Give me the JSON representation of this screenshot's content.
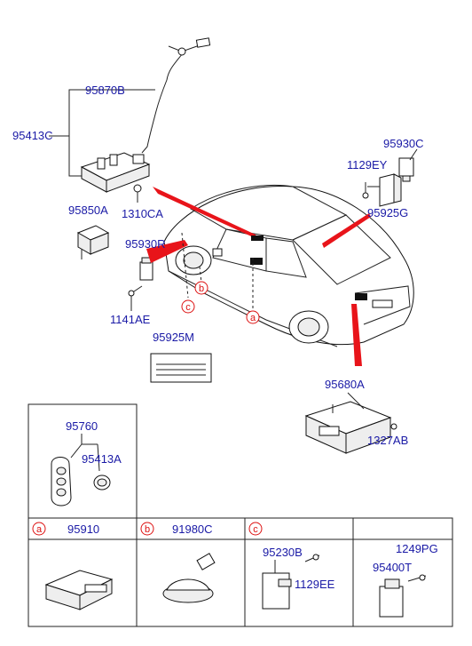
{
  "labels": {
    "p95870B": "95870B",
    "p95413C": "95413C",
    "p1310CA": "1310CA",
    "p95850A": "95850A",
    "p95930R": "95930R",
    "p1141AE": "1141AE",
    "p95925M": "95925M",
    "p95930C": "95930C",
    "p1129EY": "1129EY",
    "p95925G": "95925G",
    "p95680A": "95680A",
    "p1327AB": "1327AB",
    "p95760": "95760",
    "p95413A": "95413A"
  },
  "callouts": {
    "a": "a",
    "b": "b",
    "c": "c"
  },
  "table": {
    "cells": [
      {
        "letter": "a",
        "part": "95910"
      },
      {
        "letter": "b",
        "part": "91980C"
      },
      {
        "letter": "c",
        "part": ""
      },
      {
        "letter": "",
        "part": ""
      }
    ],
    "c_parts": {
      "p1": "95230B",
      "p2": "1129EE"
    },
    "d_parts": {
      "p1": "1249PG",
      "p2": "95400T"
    }
  },
  "colors": {
    "label": "#1a1aa6",
    "callout": "#d11111",
    "pointer": "#e8141a"
  }
}
